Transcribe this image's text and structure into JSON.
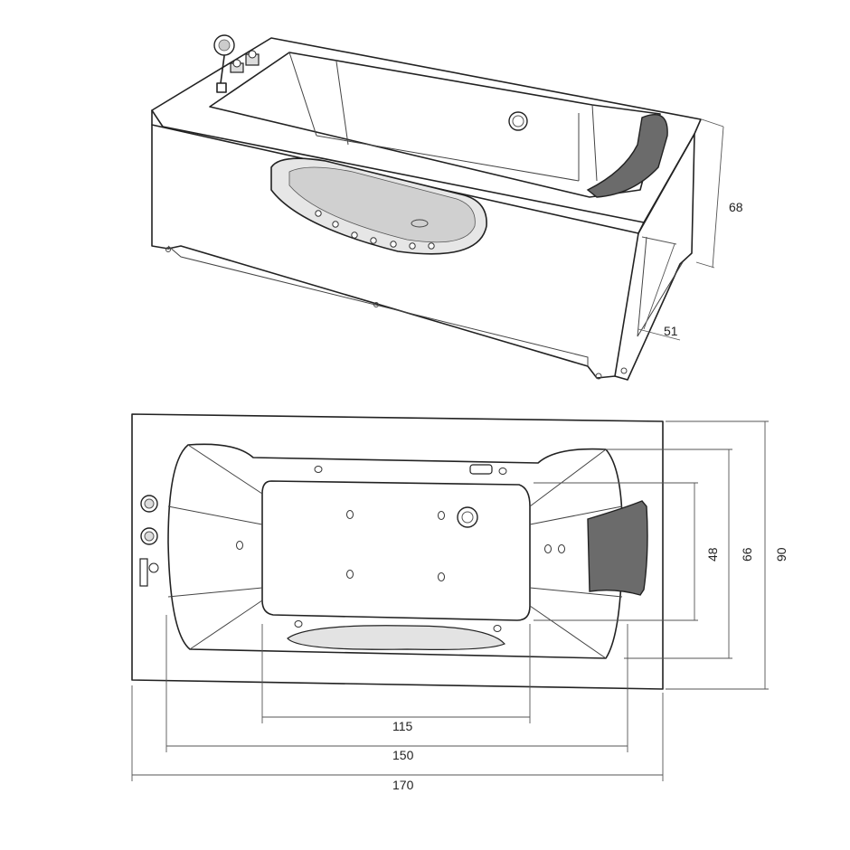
{
  "dimensions": {
    "height_total": "68",
    "height_inner": "51",
    "width_total": "90",
    "width_inner": "66",
    "width_floor": "48",
    "length_floor": "115",
    "length_inner": "150",
    "length_total": "170"
  },
  "colors": {
    "line": "#222222",
    "headrest": "#6b6b6b",
    "window_fill": "#d9d9d9",
    "background": "#ffffff"
  },
  "icons": [
    "hand-shower-icon",
    "tap-handle-icon",
    "overflow-drain-icon",
    "headrest-icon",
    "jet-nozzle-icon"
  ]
}
